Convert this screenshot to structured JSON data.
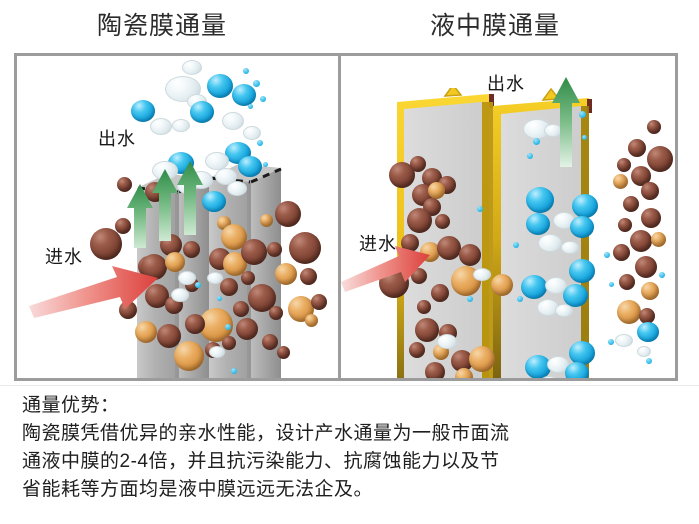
{
  "titles": {
    "left": "陶瓷膜通量",
    "right": "液中膜通量"
  },
  "left_panel": {
    "outlet_label": "出水",
    "inlet_label": "进水",
    "membrane_type": "ceramic-membrane-plates",
    "arrow_up_count": 3,
    "arrow_in_color": "#e2504a",
    "arrow_up_color": "#3f9b55",
    "plate_color": "#b3b3b3"
  },
  "right_panel": {
    "outlet_label": "出水",
    "inlet_label": "进水",
    "membrane_type": "submerged-flat-sheet-membrane",
    "arrow_up_count": 1,
    "arrow_in_color": "#e2504a",
    "arrow_up_color": "#3f9b55",
    "frame_color": "#f0c521",
    "panel_fill": "#d8d8d8"
  },
  "legend_colors": {
    "brown_particle": "#7b4132",
    "orange_particle": "#d8913f",
    "blue_droplet": "#13a0da",
    "clear_droplet": "#e7f0f3",
    "border_gray": "#9c9c9c"
  },
  "caption": {
    "line1": "通量优势：",
    "line2": "陶瓷膜凭借优异的亲水性能，设计产水通量为一般市面流",
    "line3": "通液中膜的2-4倍，并且抗污染能力、抗腐蚀能力以及节",
    "line4": "省能耗等方面均是液中膜远远无法企及。"
  }
}
